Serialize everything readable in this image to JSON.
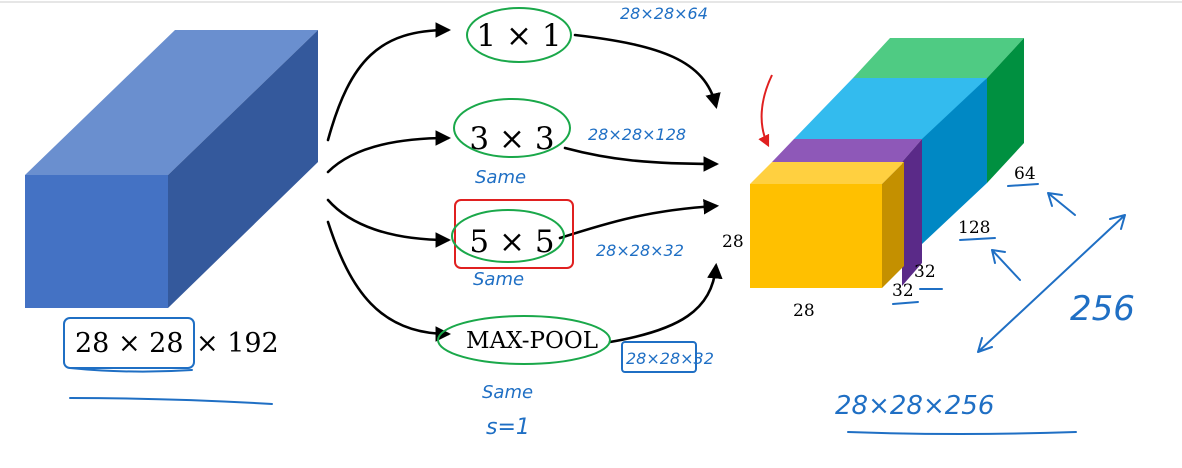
{
  "input_volume": {
    "label_dims": "28 × 28",
    "label_channels": "× 192"
  },
  "branches": [
    {
      "label": "1 × 1",
      "note": "28×28×64"
    },
    {
      "label": "3 × 3",
      "note": "28×28×128",
      "padding_note": "Same"
    },
    {
      "label": "5 × 5",
      "note": "28×28×32",
      "padding_note": "Same"
    },
    {
      "label": "MAX-POOL",
      "note": "28×28×32",
      "padding_note": "Same",
      "stride_note": "s=1"
    }
  ],
  "output_volume": {
    "height_label": "28",
    "width_label": "28",
    "depth_labels": [
      "32",
      "32",
      "128",
      "64"
    ],
    "total_depth_note": "256",
    "result_note": "28×28×256"
  },
  "colors": {
    "input_front": "#4472c4",
    "input_top": "#6a8fcf",
    "input_side": "#34599c",
    "yellow": "#ffc000",
    "purple": "#7030a0",
    "cyan": "#33bbee",
    "green": "#33bb6e",
    "ink_blue": "#1f6fc4",
    "ink_green": "#1aa84a",
    "ink_red": "#e02020"
  }
}
